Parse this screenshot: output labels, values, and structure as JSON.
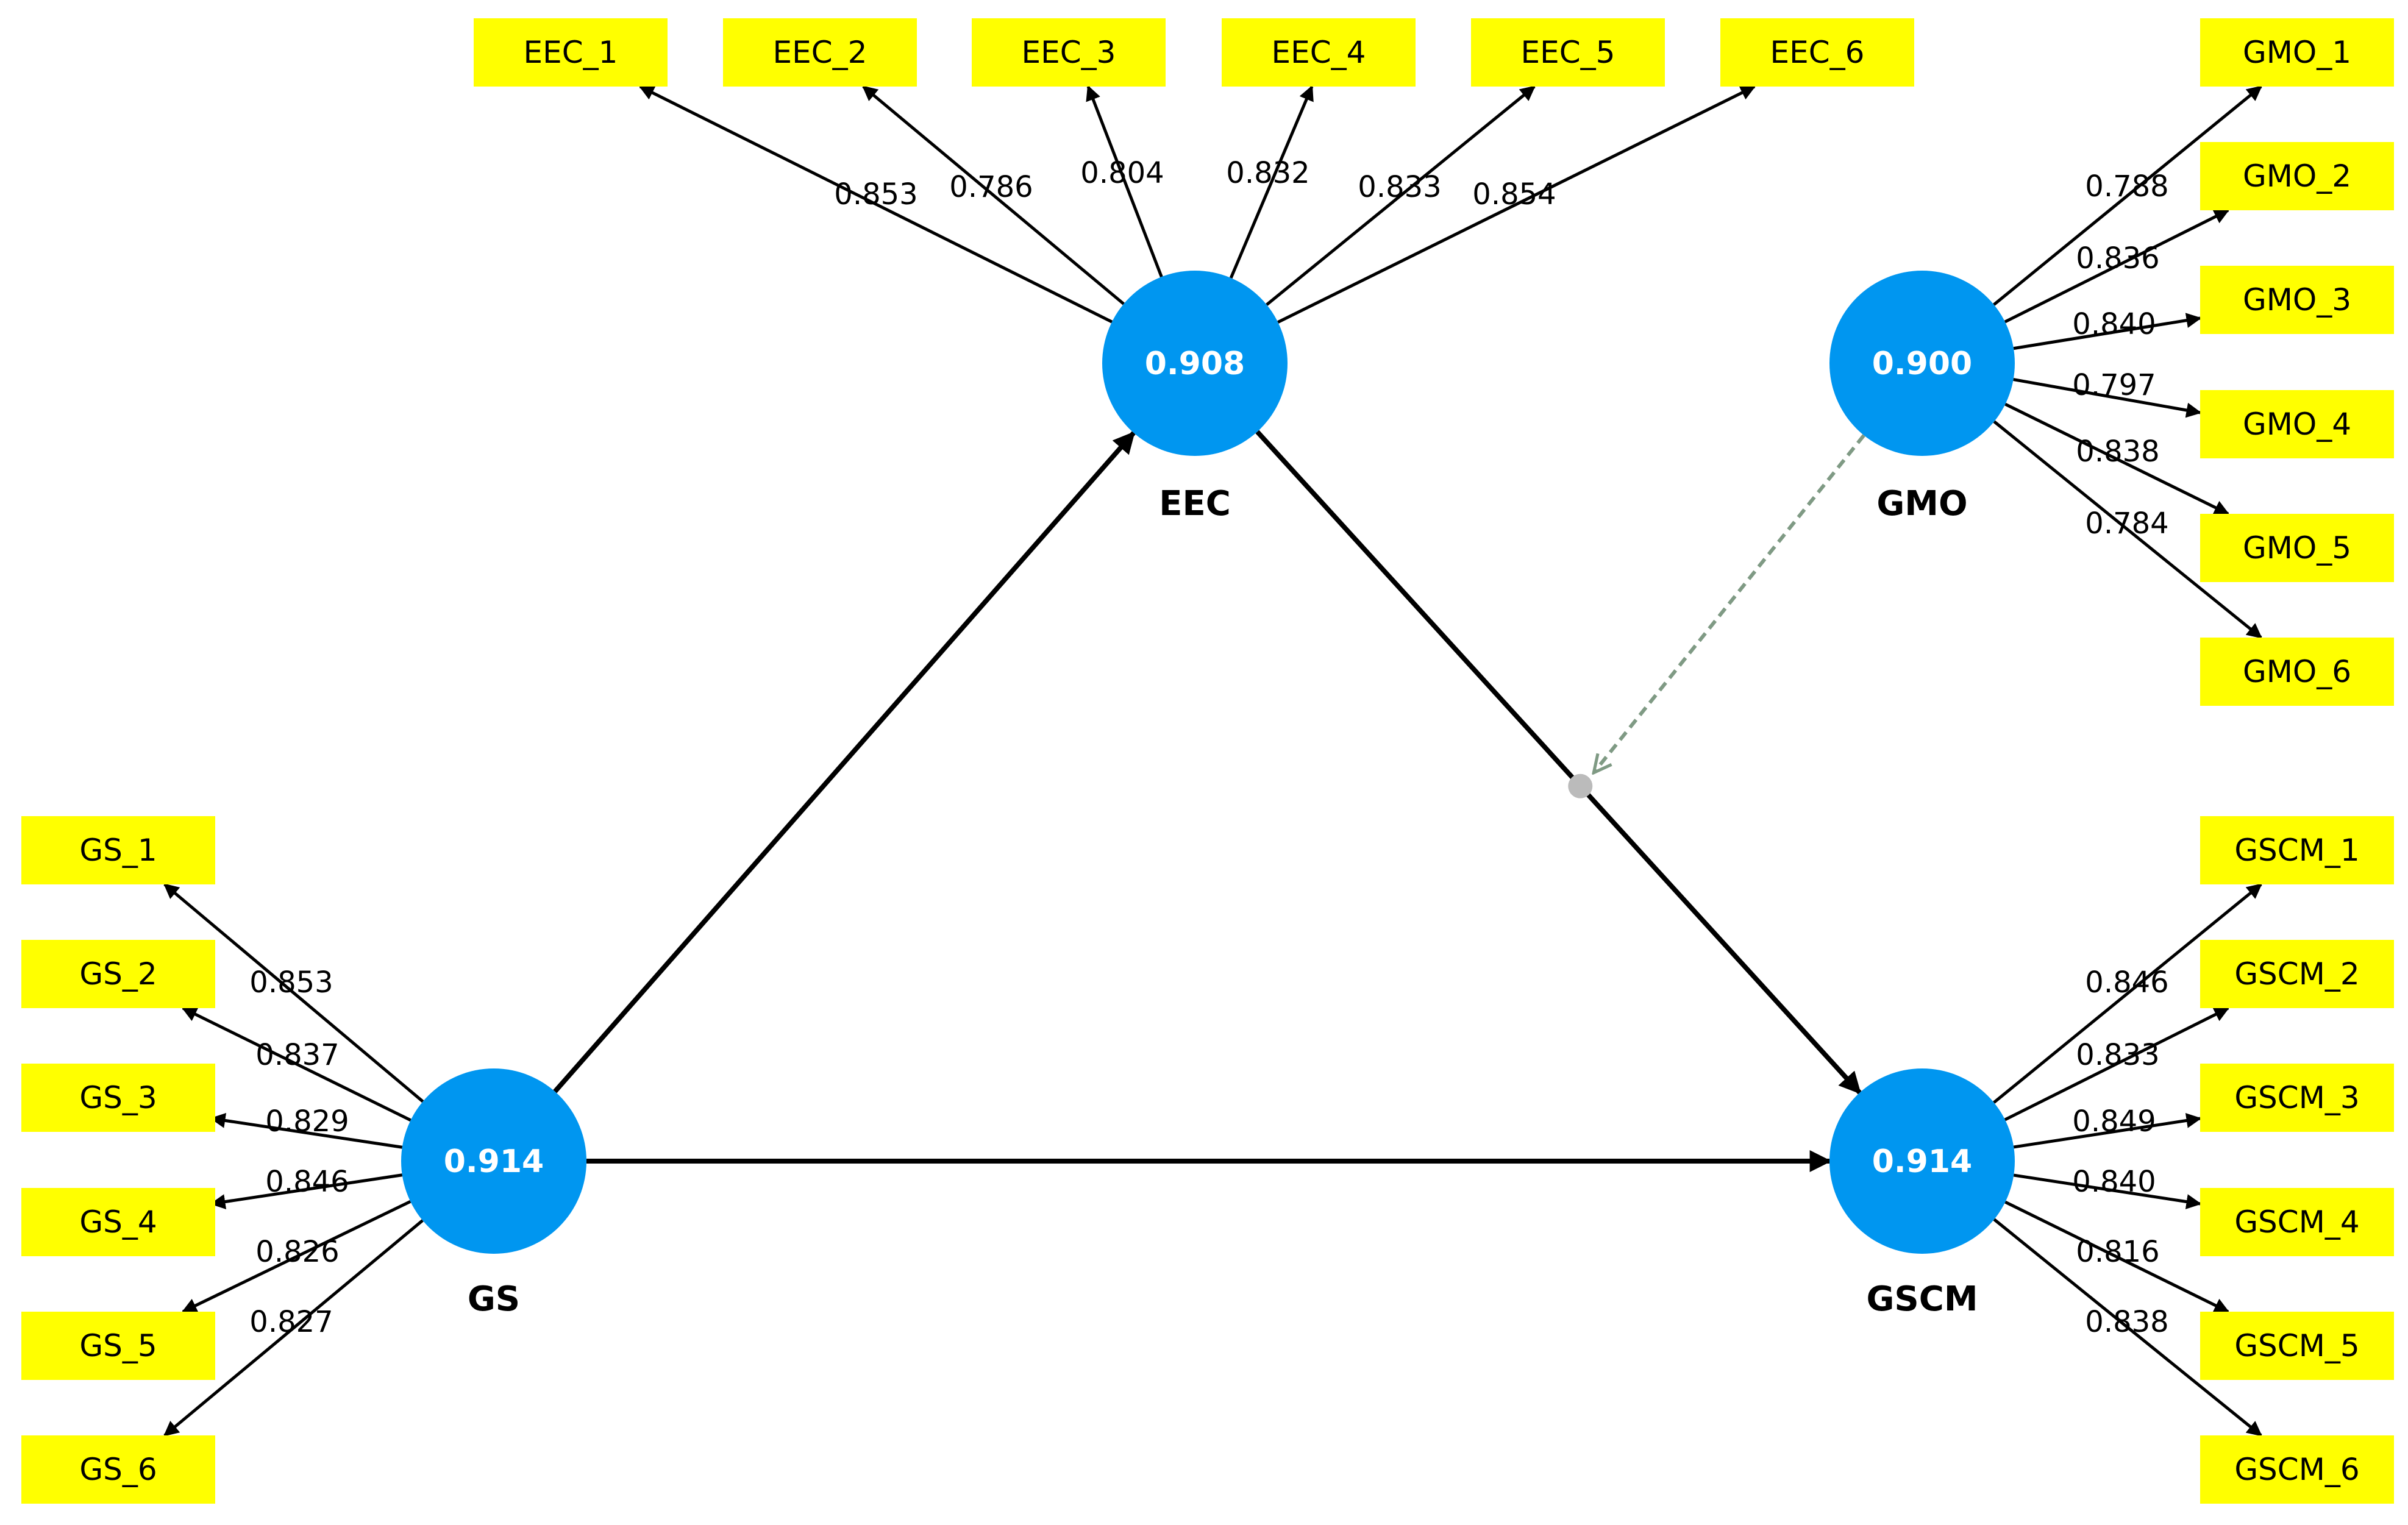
{
  "colors": {
    "construct": "#0096f0",
    "indicator": "#ffff00",
    "arrow": "#000000",
    "moderator": "#7f9a84"
  },
  "constructs": [
    {
      "id": "EEC",
      "label": "EEC",
      "value": "0.908"
    },
    {
      "id": "GMO",
      "label": "GMO",
      "value": "0.900"
    },
    {
      "id": "GS",
      "label": "GS",
      "value": "0.914"
    },
    {
      "id": "GSCM",
      "label": "GSCM",
      "value": "0.914"
    }
  ],
  "indicators": [
    {
      "construct": "EEC",
      "label": "EEC_1",
      "loading": "0.853"
    },
    {
      "construct": "EEC",
      "label": "EEC_2",
      "loading": "0.786"
    },
    {
      "construct": "EEC",
      "label": "EEC_3",
      "loading": "0.804"
    },
    {
      "construct": "EEC",
      "label": "EEC_4",
      "loading": "0.832"
    },
    {
      "construct": "EEC",
      "label": "EEC_5",
      "loading": "0.833"
    },
    {
      "construct": "EEC",
      "label": "EEC_6",
      "loading": "0.854"
    },
    {
      "construct": "GMO",
      "label": "GMO_1",
      "loading": "0.788"
    },
    {
      "construct": "GMO",
      "label": "GMO_2",
      "loading": "0.836"
    },
    {
      "construct": "GMO",
      "label": "GMO_3",
      "loading": "0.840"
    },
    {
      "construct": "GMO",
      "label": "GMO_4",
      "loading": "0.797"
    },
    {
      "construct": "GMO",
      "label": "GMO_5",
      "loading": "0.838"
    },
    {
      "construct": "GMO",
      "label": "GMO_6",
      "loading": "0.784"
    },
    {
      "construct": "GS",
      "label": "GS_1",
      "loading": "0.853"
    },
    {
      "construct": "GS",
      "label": "GS_2",
      "loading": "0.837"
    },
    {
      "construct": "GS",
      "label": "GS_3",
      "loading": "0.829"
    },
    {
      "construct": "GS",
      "label": "GS_4",
      "loading": "0.846"
    },
    {
      "construct": "GS",
      "label": "GS_5",
      "loading": "0.826"
    },
    {
      "construct": "GS",
      "label": "GS_6",
      "loading": "0.827"
    },
    {
      "construct": "GSCM",
      "label": "GSCM_1",
      "loading": "0.846"
    },
    {
      "construct": "GSCM",
      "label": "GSCM_2",
      "loading": "0.833"
    },
    {
      "construct": "GSCM",
      "label": "GSCM_3",
      "loading": "0.849"
    },
    {
      "construct": "GSCM",
      "label": "GSCM_4",
      "loading": "0.840"
    },
    {
      "construct": "GSCM",
      "label": "GSCM_5",
      "loading": "0.816"
    },
    {
      "construct": "GSCM",
      "label": "GSCM_6",
      "loading": "0.838"
    }
  ],
  "paths": [
    {
      "from": "GS",
      "to": "EEC"
    },
    {
      "from": "EEC",
      "to": "GSCM"
    },
    {
      "from": "GS",
      "to": "GSCM"
    }
  ],
  "moderation": {
    "moderator": "GMO",
    "on_path_from": "EEC",
    "on_path_to": "GSCM"
  }
}
